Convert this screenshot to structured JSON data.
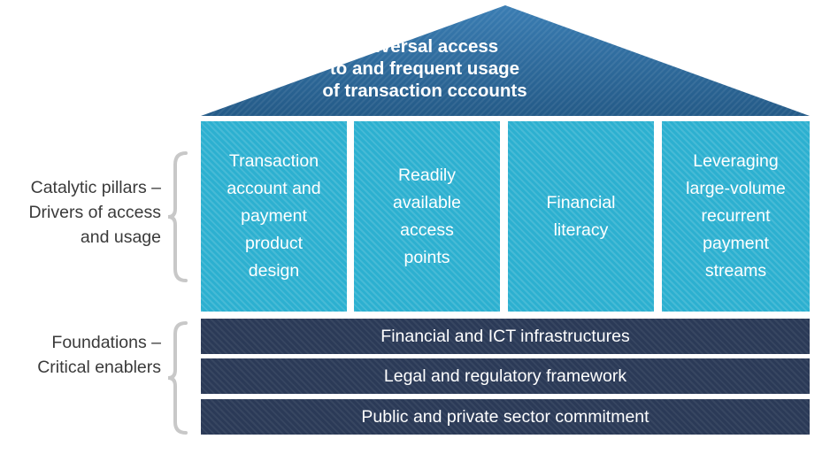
{
  "roof": {
    "lines": [
      "Universal access",
      "to and  frequent usage",
      "of transaction cccounts"
    ]
  },
  "pillars": [
    {
      "lines": [
        "Transaction",
        "account and",
        "payment",
        "product",
        "design"
      ]
    },
    {
      "lines": [
        "Readily",
        "available",
        "access",
        "points"
      ]
    },
    {
      "lines": [
        "Financial",
        "literacy"
      ]
    },
    {
      "lines": [
        "Leveraging",
        "large-volume",
        "recurrent",
        "payment",
        "streams"
      ]
    }
  ],
  "foundations": [
    "Financial and ICT infrastructures",
    "Legal and regulatory framework",
    "Public and private sector commitment"
  ],
  "side_labels": {
    "pillars": [
      "Catalytic pillars –",
      "Drivers of access",
      "and usage"
    ],
    "foundations": [
      "Foundations –",
      "Critical enablers"
    ]
  },
  "colors": {
    "roof": "#2e6a99",
    "pillar": "#2cb0d0",
    "foundation": "#2b3a57",
    "brace": "#c8c8c8",
    "label_text": "#3a3a3a"
  }
}
